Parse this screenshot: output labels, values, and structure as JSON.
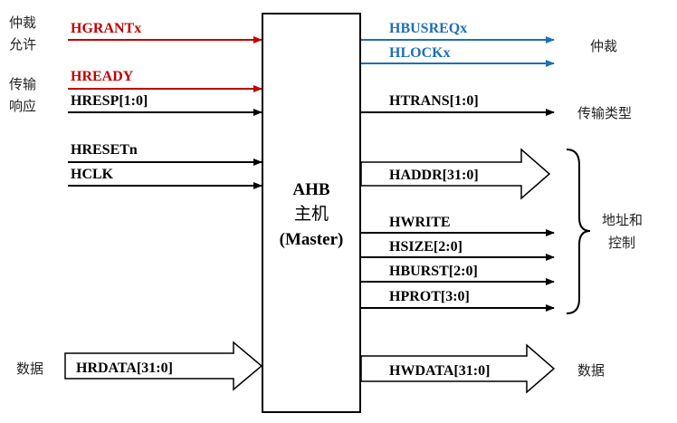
{
  "master": {
    "title": "AHB",
    "subtitle": "主机",
    "role": "(Master)"
  },
  "left_labels": {
    "arbitration_grant_line1": "仲裁",
    "arbitration_grant_line2": "允许",
    "transfer_response_line1": "传输",
    "transfer_response_line2": "响应",
    "data": "数据"
  },
  "right_labels": {
    "arbitration": "仲裁",
    "transfer_type": "传输类型",
    "address_control_line1": "地址和",
    "address_control_line2": "控制",
    "data": "数据"
  },
  "inputs": [
    {
      "name": "HGRANTx",
      "color": "#c00000"
    },
    {
      "name": "HREADY",
      "color": "#c00000"
    },
    {
      "name": "HRESP[1:0]",
      "color": "#000000"
    },
    {
      "name": "HRESETn",
      "color": "#000000"
    },
    {
      "name": "HCLK",
      "color": "#000000"
    },
    {
      "name": "HRDATA[31:0]",
      "color": "#000000"
    }
  ],
  "outputs": [
    {
      "name": "HBUSREQx",
      "color": "#1f6fb5"
    },
    {
      "name": "HLOCKx",
      "color": "#1f6fb5"
    },
    {
      "name": "HTRANS[1:0]",
      "color": "#000000"
    },
    {
      "name": "HADDR[31:0]",
      "color": "#000000"
    },
    {
      "name": "HWRITE",
      "color": "#000000"
    },
    {
      "name": "HSIZE[2:0]",
      "color": "#000000"
    },
    {
      "name": "HBURST[2:0]",
      "color": "#000000"
    },
    {
      "name": "HPROT[3:0]",
      "color": "#000000"
    },
    {
      "name": "HWDATA[31:0]",
      "color": "#000000"
    }
  ]
}
